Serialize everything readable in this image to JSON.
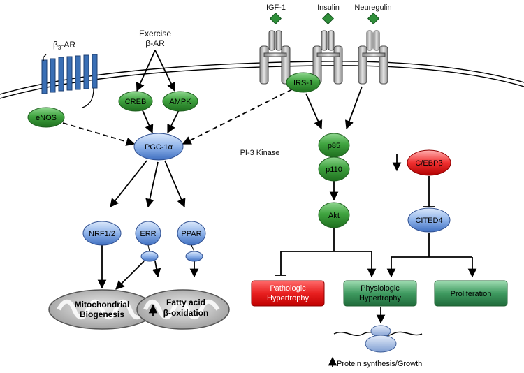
{
  "ligands": {
    "igf1": "IGF-1",
    "insulin": "Insulin",
    "neuregulin": "Neuregulin"
  },
  "receptors": {
    "b3ar_prefix": "β",
    "b3ar_sub": "3",
    "b3ar_suffix": "-AR",
    "exercise_line1": "Exercise",
    "exercise_line2": "β-AR"
  },
  "nodes": {
    "enos": "eNOS",
    "creb": "CREB",
    "ampk": "AMPK",
    "irs1": "IRS-1",
    "pgc1a": "PGC-1α",
    "pi3k_label": "PI-3 Kinase",
    "p85": "p85",
    "p110": "p110",
    "akt": "Akt",
    "cebpb": "C/EBPβ",
    "cited4": "CITED4",
    "nrf": "NRF1/2",
    "err": "ERR",
    "ppar": "PPAR"
  },
  "outcomes": {
    "mito_line1": "Mitochondrial",
    "mito_line2": "Biogenesis",
    "fa_line1": "Fatty acid",
    "fa_line2": "β-oxidation",
    "patho_line1": "Pathologic",
    "patho_line2": "Hypertrophy",
    "physio_line1": "Physiologic",
    "physio_line2": "Hypertrophy",
    "prolif": "Proliferation",
    "protein": "Protein synthesis/Growth"
  },
  "colors": {
    "green_node": "#2e8b2e",
    "blue_node": "#4a7fd0",
    "red_node": "#e02020",
    "receptor_blue": "#3a6fb5",
    "receptor_gray": "#a8a8a8",
    "diamond_green": "#2f8f3a"
  }
}
